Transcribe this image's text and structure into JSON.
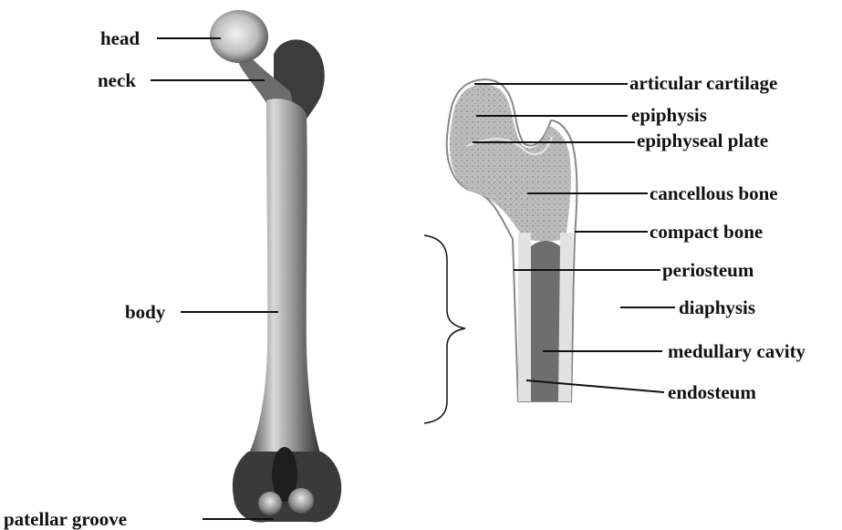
{
  "labels": {
    "femur": {
      "head": "head",
      "neck": "neck",
      "body": "body",
      "patellar_groove": "patellar groove"
    },
    "section": {
      "articular_cartilage": "articular cartilage",
      "epiphysis": "epiphysis",
      "epiphyseal_plate": "epiphyseal plate",
      "cancellous_bone": "cancellous bone",
      "compact_bone": "compact bone",
      "periosteum": "periosteum",
      "diaphysis": "diaphysis",
      "medullary_cavity": "medullary cavity",
      "endosteum": "endosteum"
    }
  },
  "colors": {
    "line": "#111111",
    "bone_dark": "#3a3a3a",
    "bone_light": "#d8d8d8",
    "cancellous": "#b4b4b4",
    "medullary": "#6e6e6e"
  }
}
